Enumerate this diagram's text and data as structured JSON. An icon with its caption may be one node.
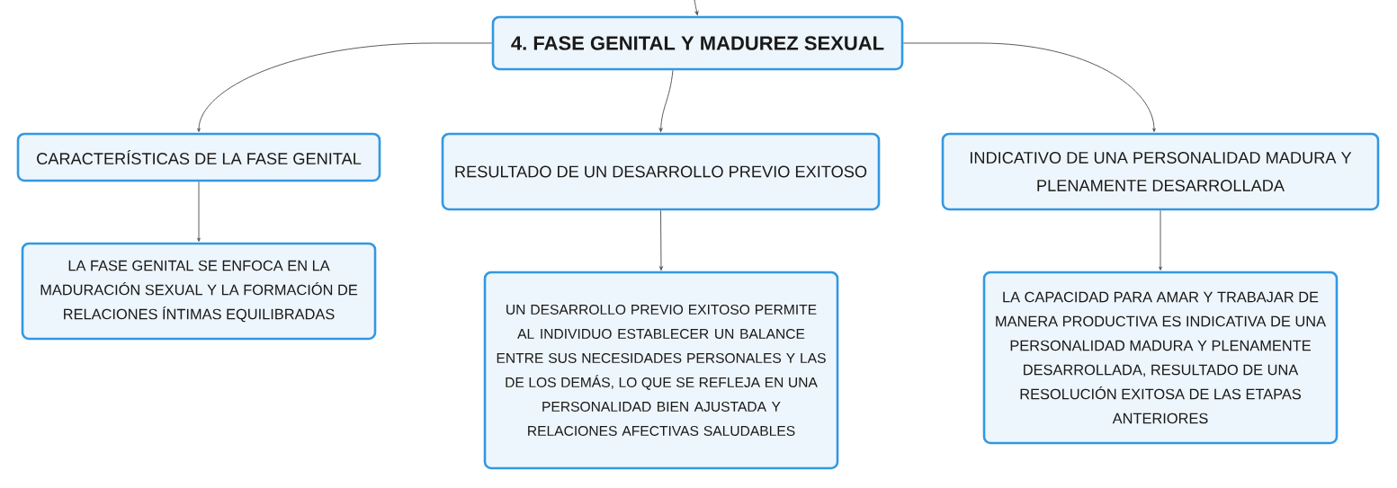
{
  "diagram": {
    "nodes": [
      {
        "text": [
          "4. FASE GENITAL Y MADUREZ SEXUAL"
        ]
      },
      {
        "text": [
          "CARACTERÍSTICAS DE LA FASE GENITAL"
        ]
      },
      {
        "text": [
          "RESULTADO DE UN DESARROLLO PREVIO EXITOSO"
        ]
      },
      {
        "text": [
          "INDICATIVO DE UNA PERSONALIDAD MADURA Y PLENAMENTE DESARROLLADA"
        ]
      },
      {
        "text": [
          "LA FASE GENITAL SE ENFOCA EN LA MADURACIÓN SEXUAL Y LA FORMACIÓN DE RELACIONES ÍNTIMAS EQUILIBRADAS"
        ]
      },
      {
        "text": [
          "UN DESARROLLO PREVIO EXITOSO PERMITE AL INDIVIDUO ESTABLECER UN BALANCE ENTRE SUS NECESIDADES PERSONALES Y LAS DE LOS DEMÁS, LO QUE SE REFLEJA EN UNA PERSONALIDAD BIEN AJUSTADA Y RELACIONES AFECTIVAS SALUDABLES"
        ]
      },
      {
        "text": [
          "LA CAPACIDAD PARA AMAR Y TRABAJAR DE MANERA PRODUCTIVA ES INDICATIVA DE UNA PERSONALIDAD MADURA Y PLENAMENTE DESARROLLADA, RESULTADO DE UNA RESOLUCIÓN EXITOSA DE LAS ETAPAS ANTERIORES"
        ]
      }
    ],
    "edges": [
      {
        "from": null,
        "to": 0,
        "arrow": "to"
      },
      {
        "from": 0,
        "to": 1,
        "arrow": "to"
      },
      {
        "from": 0,
        "to": 2,
        "arrow": "to"
      },
      {
        "from": 0,
        "to": 3,
        "arrow": "to"
      },
      {
        "from": 1,
        "to": 4,
        "arrow": "to"
      },
      {
        "from": 2,
        "to": 5,
        "arrow": "to"
      },
      {
        "from": 3,
        "to": 6,
        "arrow": "to"
      }
    ]
  }
}
